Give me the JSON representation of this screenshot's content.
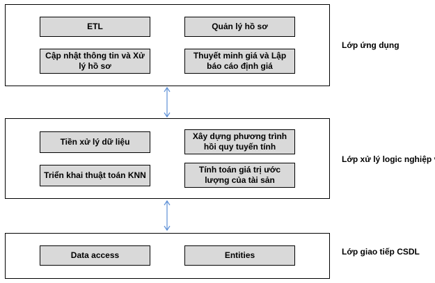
{
  "layers": {
    "application": {
      "label": "Lớp ứng dụng",
      "boxes": [
        "ETL",
        "Quản lý hồ sơ",
        "Cập nhật thông tin và Xử lý hồ sơ",
        "Thuyết minh giá và Lập báo cáo định giá"
      ]
    },
    "logic": {
      "label": "Lớp xử lý logic nghiệp vụ",
      "boxes": [
        "Tiền xử lý dữ liệu",
        "Xây dựng phương trình hồi quy tuyến tính",
        "Triển khai thuật toán KNN",
        "Tính toán giá trị ước lượng của tài sản"
      ]
    },
    "data": {
      "label": "Lớp giao tiếp CSDL",
      "boxes": [
        "Data access",
        "Entities"
      ]
    }
  },
  "colors": {
    "box_fill": "#d9d9d9",
    "border": "#000000",
    "arrow": "#5b8ed6"
  }
}
